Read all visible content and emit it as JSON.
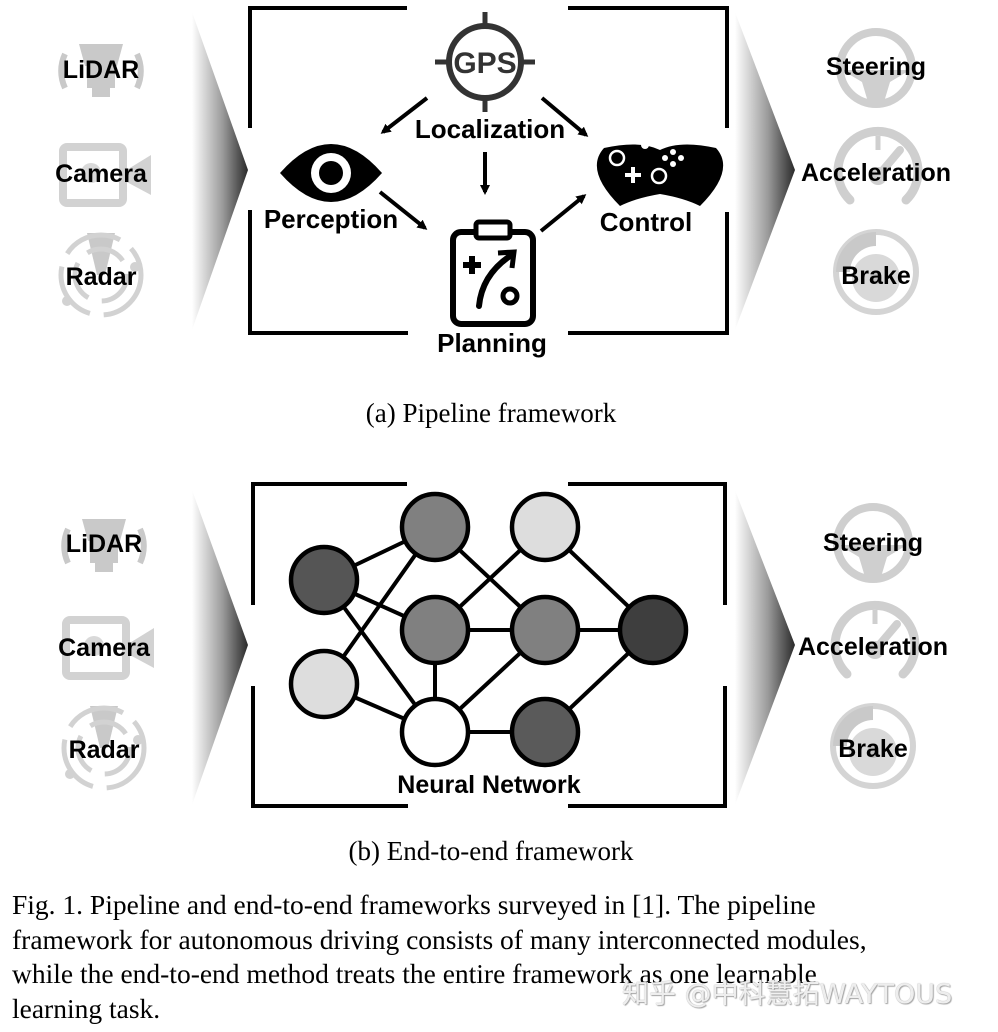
{
  "figure": {
    "panel_a": {
      "caption": "(a) Pipeline framework",
      "inputs": [
        "LiDAR",
        "Camera",
        "Radar"
      ],
      "outputs": [
        "Steering",
        "Acceleration",
        "Brake"
      ],
      "modules": {
        "gps_badge": "GPS",
        "localization": "Localization",
        "perception": "Perception",
        "planning": "Planning",
        "control": "Control"
      },
      "edges": [
        [
          "Localization",
          "Perception"
        ],
        [
          "Localization",
          "Planning"
        ],
        [
          "Localization",
          "Control"
        ],
        [
          "Perception",
          "Planning"
        ],
        [
          "Planning",
          "Control"
        ]
      ]
    },
    "panel_b": {
      "caption": "(b) End-to-end framework",
      "inputs": [
        "LiDAR",
        "Camera",
        "Radar"
      ],
      "outputs": [
        "Steering",
        "Acceleration",
        "Brake"
      ],
      "network_label": "Neural Network",
      "node_colors": {
        "n1": "#555555",
        "n2": "#dddddd",
        "n3": "#808080",
        "n4": "#808080",
        "n5": "#ffffff",
        "n6": "#dddddd",
        "n7": "#808080",
        "n8": "#5a5a5a",
        "n9": "#3e3e3e"
      }
    },
    "figure_caption_lines": [
      "Fig. 1.  Pipeline and end-to-end frameworks surveyed in [1]. The pipeline",
      "framework for autonomous driving consists of many interconnected modules,",
      "while the end-to-end method treats the entire framework as one learnable",
      "learning task."
    ],
    "watermark": "知乎 @中科慧拓WAYTOUS"
  }
}
